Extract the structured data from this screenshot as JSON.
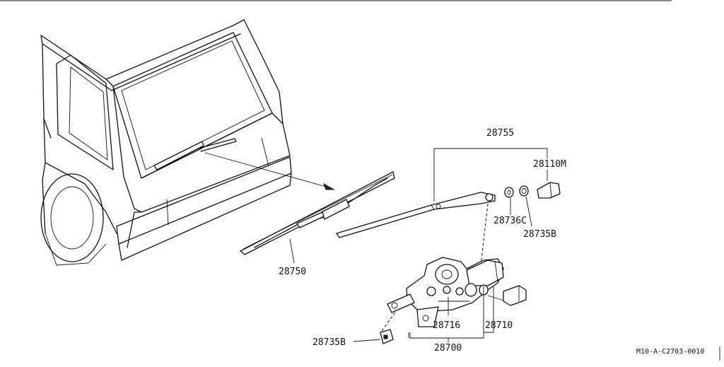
{
  "labels": {
    "arm_assembly": "28755",
    "cap": "28110M",
    "washer": "28736C",
    "nut_top": "28735B",
    "blade": "28750",
    "link": "28716",
    "motor": "28710",
    "motor_assembly": "28700",
    "nut_bottom": "28735B"
  },
  "reference_code": "M10-A-C2703-0010"
}
